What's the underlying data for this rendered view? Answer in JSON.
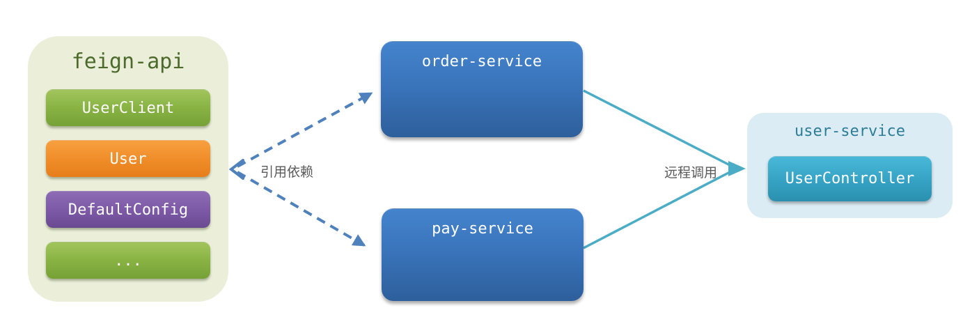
{
  "feign_api": {
    "title": "feign-api",
    "modules": [
      {
        "label": "UserClient",
        "color": "#8ab545"
      },
      {
        "label": "User",
        "color": "#ef8c28"
      },
      {
        "label": "DefaultConfig",
        "color": "#7c58a5"
      },
      {
        "label": "...",
        "color": "#8ab545"
      }
    ]
  },
  "services": [
    {
      "label": "order-service"
    },
    {
      "label": "pay-service"
    }
  ],
  "user_service": {
    "title": "user-service",
    "controller_label": "UserController"
  },
  "arrows": {
    "dependency": {
      "label": "引用依赖",
      "style": "dashed",
      "color": "#4f81bd"
    },
    "remote_call": {
      "label": "远程调用",
      "style": "solid",
      "color": "#4bacc6"
    }
  },
  "colors": {
    "feign_container_bg": "#ebefda",
    "feign_title_text": "#4c6a2b",
    "user_service_bg": "#dcecf4",
    "user_service_title_text": "#2c7d95",
    "service_box_blue": "#3a74bb",
    "controller_teal": "#35a2c4",
    "page_bg": "#ffffff",
    "edge_label_text": "#5a5a5a"
  }
}
